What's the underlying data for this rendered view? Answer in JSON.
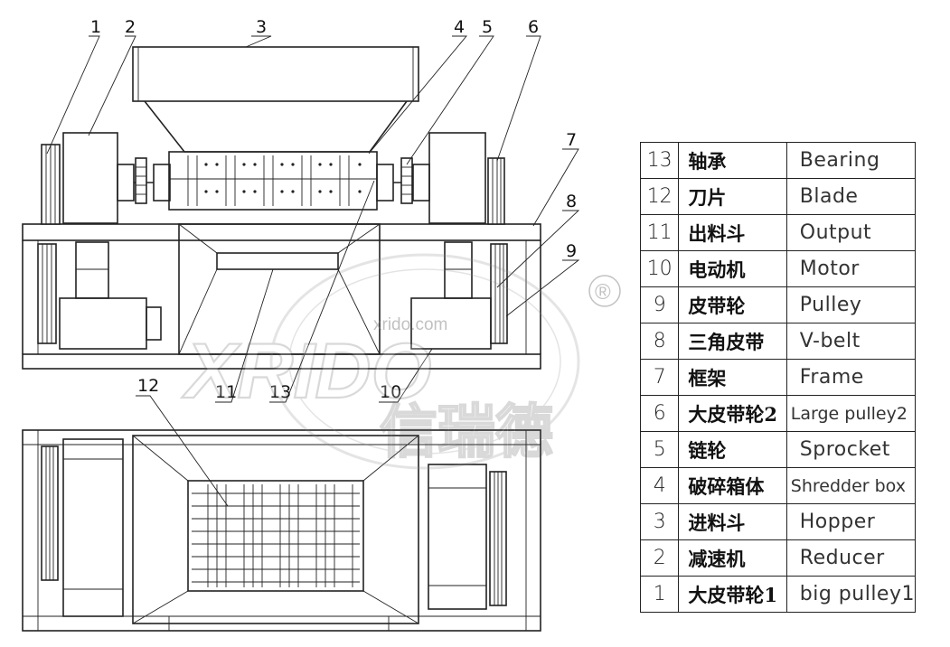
{
  "callouts": {
    "c1": "1",
    "c2": "2",
    "c3": "3",
    "c4": "4",
    "c5": "5",
    "c6": "6",
    "c7": "7",
    "c8": "8",
    "c9": "9",
    "c10": "10",
    "c11": "11",
    "c12": "12",
    "c13": "13"
  },
  "watermark": {
    "brand": "XRIDO",
    "url": "xrido.com",
    "registered": "®",
    "cn_brand": "信瑞德"
  },
  "legend": [
    {
      "num": "13",
      "cn": "轴承",
      "en": "Bearing"
    },
    {
      "num": "12",
      "cn": "刀片",
      "en": "Blade"
    },
    {
      "num": "11",
      "cn": "出料斗",
      "en": "Output"
    },
    {
      "num": "10",
      "cn": "电动机",
      "en": "Motor"
    },
    {
      "num": "9",
      "cn": "皮带轮",
      "en": "Pulley"
    },
    {
      "num": "8",
      "cn": "三角皮带",
      "en": "V-belt"
    },
    {
      "num": "7",
      "cn": "框架",
      "en": "Frame"
    },
    {
      "num": "6",
      "cn": "大皮带轮2",
      "en": "Large pulley2"
    },
    {
      "num": "5",
      "cn": "链轮",
      "en": "Sprocket"
    },
    {
      "num": "4",
      "cn": "破碎箱体",
      "en": "Shredder box"
    },
    {
      "num": "3",
      "cn": "进料斗",
      "en": "Hopper"
    },
    {
      "num": "2",
      "cn": "减速机",
      "en": "Reducer"
    },
    {
      "num": "1",
      "cn": "大皮带轮1",
      "en": "big pulley1"
    }
  ]
}
